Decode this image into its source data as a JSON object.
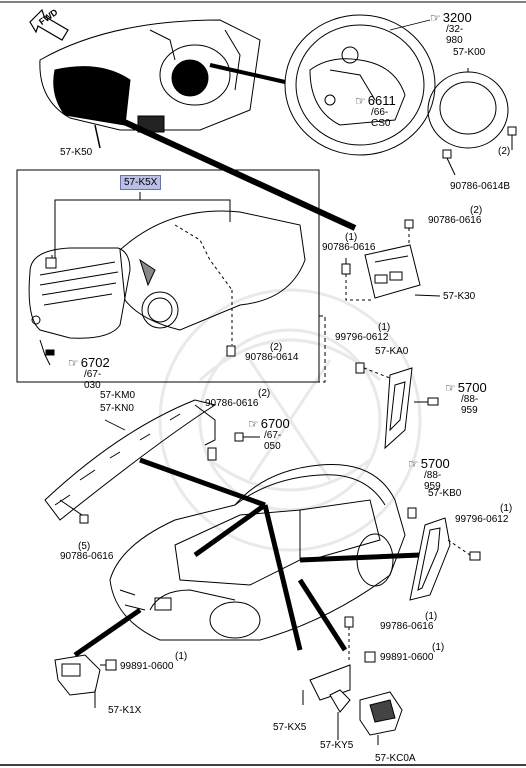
{
  "direction_tag": "FWD",
  "labels": {
    "p57K50": "57-K50",
    "p57K5X": "57-K5X",
    "p57K00": "57-K00",
    "p90786_0614B": "90786-0614B",
    "q2a": "(2)",
    "p90786_0616a": "90786-0616",
    "q2b": "(2)",
    "p90786_0616b": "90786-0616",
    "q1a": "(1)",
    "p57K30": "57-K30",
    "p90786_0614": "90786-0614",
    "q2c": "(2)",
    "p99796_0612a": "99796-0612",
    "q1b": "(1)",
    "p57KA0": "57-KA0",
    "p57KM0": "57-KM0",
    "p57KN0": "57-KN0",
    "p90786_0616c": "90786-0616",
    "q2d": "(2)",
    "p90786_0616d": "90786-0616",
    "q5": "(5)",
    "p57KB0": "57-KB0",
    "p99796_0612b": "99796-0612",
    "q1c": "(1)",
    "p99786_0616": "99786-0616",
    "q1d": "(1)",
    "p99891_0600a": "99891-0600",
    "q1e": "(1)",
    "p99891_0600b": "99891-0600",
    "q1f": "(1)",
    "p57K1X": "57-K1X",
    "p57KX5": "57-KX5",
    "p57KY5": "57-KY5",
    "p57KC0A": "57-KC0A"
  },
  "refs": {
    "r3200": {
      "num": "3200",
      "sub": "/32-980"
    },
    "r6611": {
      "num": "6611",
      "sub": "/66-CS0"
    },
    "r6702": {
      "num": "6702",
      "sub": "/67-030"
    },
    "r5700a": {
      "num": "5700",
      "sub": "/88-959"
    },
    "r6700": {
      "num": "6700",
      "sub": "/67-050"
    },
    "r5700b": {
      "num": "5700",
      "sub": "/88-959"
    }
  }
}
